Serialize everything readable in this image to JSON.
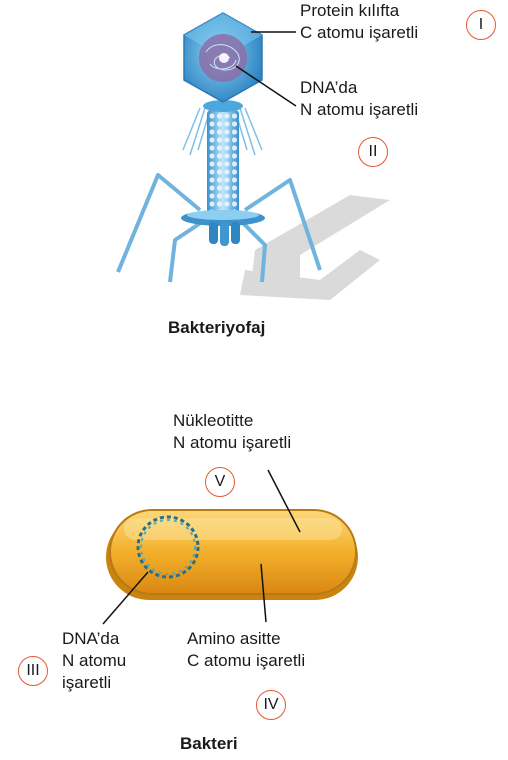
{
  "phage": {
    "label_protein": [
      "Protein kılıfta",
      "C atomu işaretli"
    ],
    "label_dna": [
      "DNA’da",
      "N atomu işaretli"
    ],
    "badge_protein": "I",
    "badge_dna": "II",
    "title": "Bakteriyofaj"
  },
  "bacterium": {
    "label_nucleotide": [
      "Nükleotitte",
      "N atomu işaretli"
    ],
    "badge_nucleotide": "V",
    "label_dna": [
      "DNA’da",
      "N atomu",
      "işaretli"
    ],
    "badge_dna": "III",
    "label_amino": [
      "Amino asitte",
      "C atomu işaretli"
    ],
    "badge_amino": "IV",
    "title": "Bakteri"
  },
  "colors": {
    "capsid": "#4aa8dd",
    "bacterium": "#f0a21e",
    "badge": "#e4572e"
  }
}
